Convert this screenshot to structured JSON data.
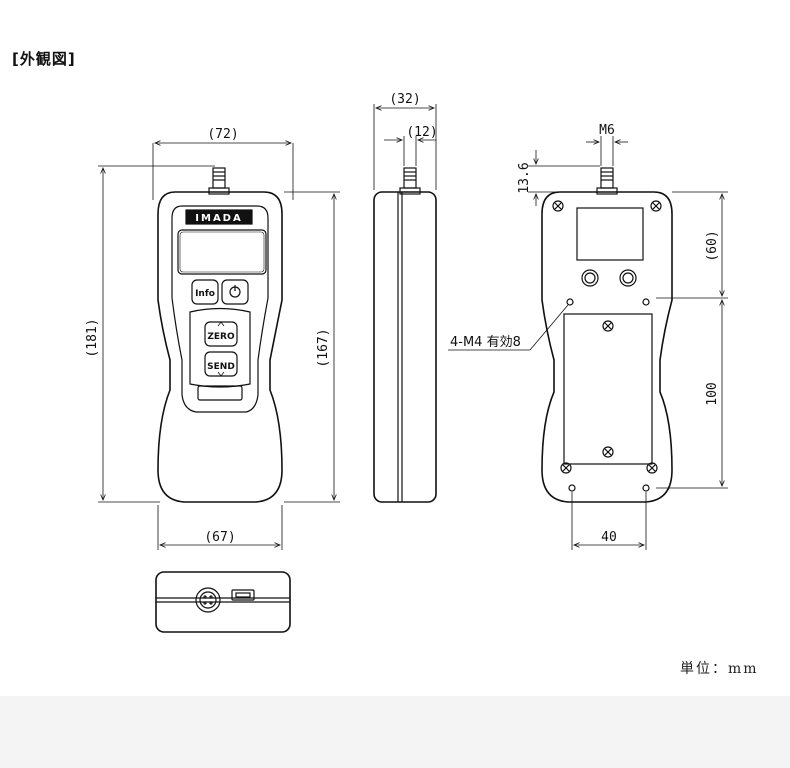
{
  "title": "[外観図]",
  "unit_label": "単位：mm",
  "brand": "IMADA",
  "buttons": {
    "info": "Info",
    "zero": "ZERO",
    "send": "SEND"
  },
  "dimensions": {
    "front_width_top": "(72)",
    "front_height_total": "(181)",
    "front_height_body": "(167)",
    "front_width_bottom": "(67)",
    "side_depth": "(32)",
    "side_shaft": "(12)",
    "back_thread": "M6",
    "back_top_offset": "13.6",
    "back_upper_height": "(60)",
    "back_lower_height": "100",
    "back_width": "40",
    "back_holes": "4-M4 有効8"
  }
}
